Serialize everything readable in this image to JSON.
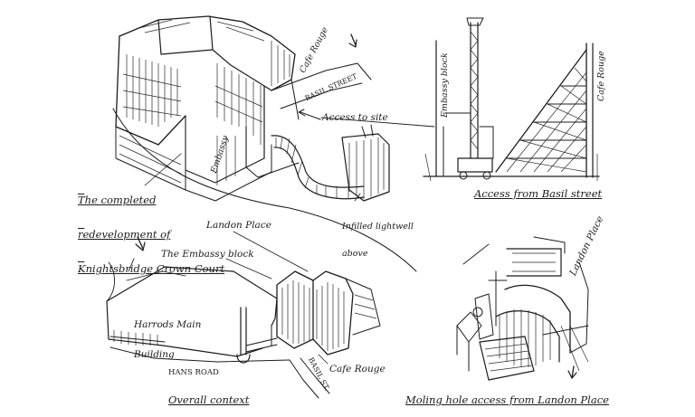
{
  "panels": {
    "top_left": {
      "caption_line1": "The completed",
      "caption_line2": "redevelopment of",
      "caption_line3": "Knightsbridge Crown Court",
      "label_cafe_rouge": "Cafe Rouge",
      "label_basil_street": "BASIL STREET",
      "label_access_to_site": "Access to site",
      "label_embassy": "Embassy",
      "label_lightwell_line1": "Infilled lightwell",
      "label_lightwell_line2": "above"
    },
    "top_right": {
      "caption": "Access from Basil street",
      "label_embassy_block": "Embassy block",
      "label_cafe_rouge": "Cafe Rouge"
    },
    "bottom_left": {
      "caption": "Overall context",
      "label_landon_place": "Landon Place",
      "label_embassy_block": "The Embassy block",
      "label_harrods_line1": "Harrods Main",
      "label_harrods_line2": "Building",
      "label_hans_road": "HANS ROAD",
      "label_basil_st": "BASIL ST.",
      "label_cafe_rouge": "Cafe Rouge"
    },
    "bottom_right": {
      "caption": "Moling hole access from Landon Place",
      "label_landon_place": "Landon Place"
    }
  },
  "icons": [
    "north-arrow-icon",
    "north-arrow-icon",
    "north-arrow-icon"
  ]
}
